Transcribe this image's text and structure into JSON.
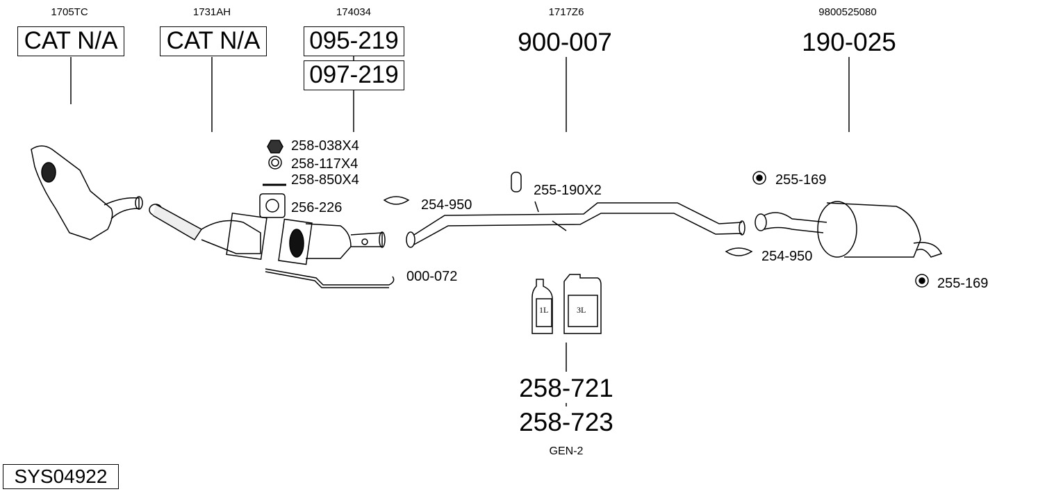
{
  "groups": [
    {
      "code": "1705TC",
      "part": "CAT N/A"
    },
    {
      "code": "1731AH",
      "part": "CAT N/A"
    },
    {
      "code": "174034",
      "part": "095-219",
      "part_alt": "097-219"
    },
    {
      "code": "1717Z6",
      "part": "900-007"
    },
    {
      "code": "9800525080",
      "part": "190-025"
    }
  ],
  "accessories": {
    "nut": "258-038X4",
    "washer": "258-117X4",
    "bolt": "258-850X4",
    "gasket": "256-226",
    "clamp_front": "254-950",
    "hanger_mid": "255-190X2",
    "hanger_rear_top": "255-169",
    "clamp_rear": "254-950",
    "hanger_rear_bottom": "255-169",
    "sensor": "000-072"
  },
  "fluids": {
    "bottle_small": "1L",
    "bottle_large": "3L",
    "part": "258-721",
    "part_alt": "258-723",
    "note": "GEN-2"
  },
  "system_id": "SYS04922"
}
